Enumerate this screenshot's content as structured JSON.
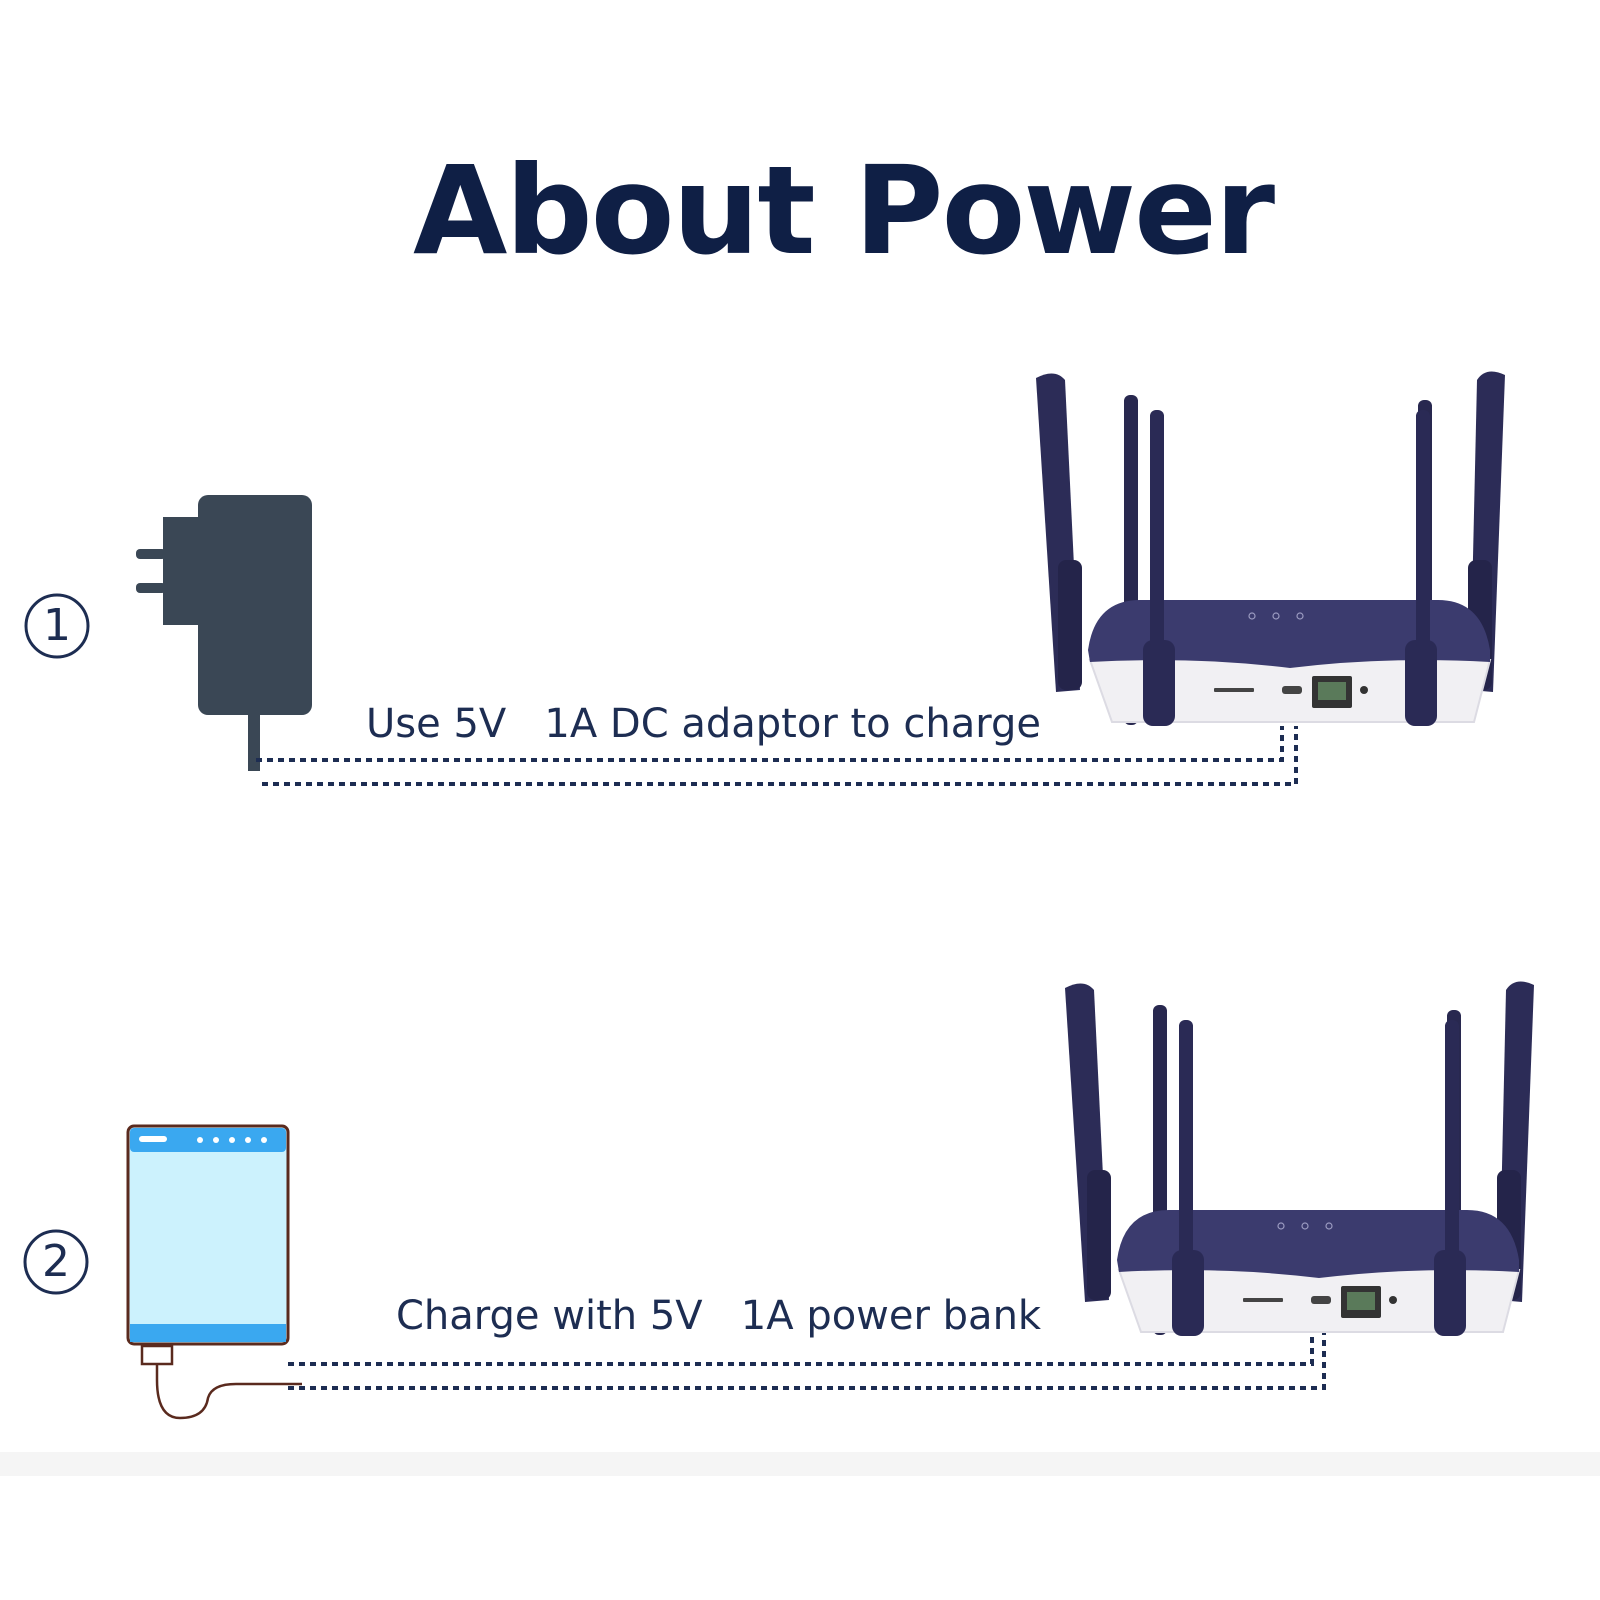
{
  "title": "About Power",
  "steps": [
    {
      "number": "1",
      "caption": "Use 5V   1A DC adaptor to charge",
      "icon": "wall-adaptor-icon"
    },
    {
      "number": "2",
      "caption": "Charge with 5V   1A power bank",
      "icon": "power-bank-icon"
    }
  ],
  "device": {
    "icon": "router-icon"
  },
  "colors": {
    "title": "#0f1f45",
    "text": "#1d2d52",
    "adaptor": "#3a4755",
    "router_body": "#3b3b6e",
    "router_base": "#f1f0f3",
    "powerbank_accent": "#3aa8f0",
    "powerbank_screen": "#ccf2fd",
    "powerbank_outline": "#5a2a1e"
  }
}
